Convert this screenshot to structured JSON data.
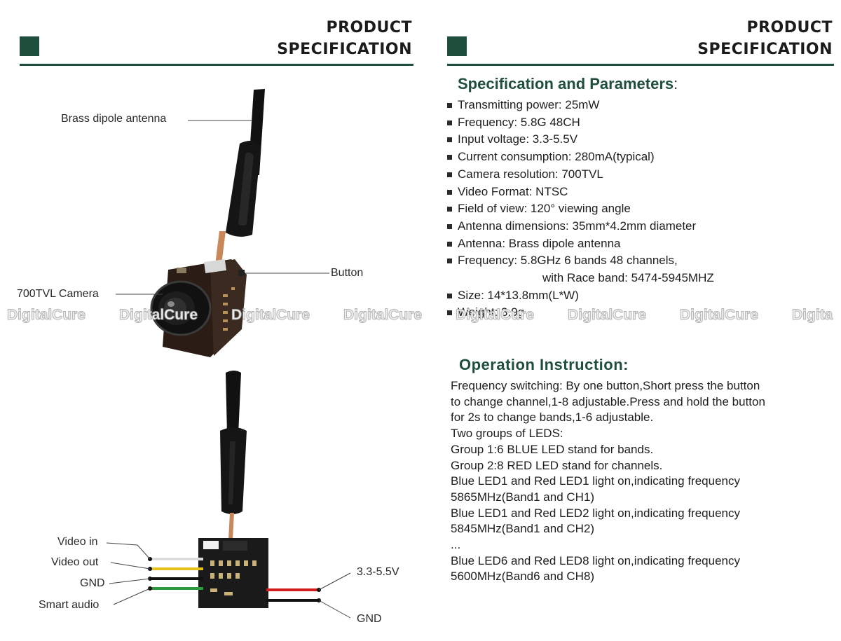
{
  "header": {
    "title_line1": "PRODUCT",
    "title_line2": "SPECIFICATION"
  },
  "colors": {
    "accent": "#1f4f3c",
    "wire_red": "#d21e1e",
    "wire_yellow": "#e6c21a",
    "wire_green": "#2f9a3a",
    "wire_white": "#ececec"
  },
  "diagram": {
    "top_labels": {
      "antenna": "Brass dipole antenna",
      "button": "Button",
      "camera": "700TVL Camera"
    },
    "bottom_labels": {
      "video_in": "Video in",
      "video_out": "Video out",
      "gnd_left": "GND",
      "smart_audio": "Smart audio",
      "voltage": "3.3-5.5V",
      "gnd_right": "GND"
    }
  },
  "watermark": {
    "text": "DigitalCure",
    "partial": "Digita"
  },
  "specs": {
    "title": "Specification and Parameters",
    "title_suffix": ":",
    "items": [
      "Transmitting power: 25mW",
      "Frequency: 5.8G 48CH",
      "Input voltage: 3.3-5.5V",
      "Current consumption: 280mA(typical)",
      "Camera resolution: 700TVL",
      "Video Format: NTSC",
      "Field of view: 120° viewing angle",
      "Antenna dimensions: 35mm*4.2mm diameter",
      "Antenna: Brass dipole antenna",
      "Frequency: 5.8GHz 6 bands 48 channels,",
      "Size:  14*13.8mm(L*W)",
      "Weight: 3.9g"
    ],
    "item_continuation": "with Race band: 5474-5945MHZ"
  },
  "operation": {
    "title": "Operation Instruction:",
    "lines": [
      "Frequency switching: By one button,Short press the button",
      "to change channel,1-8 adjustable.Press and hold the button",
      "for 2s to change bands,1-6 adjustable.",
      "Two groups of LEDS:",
      "Group 1:6 BLUE LED stand for bands.",
      "Group 2:8 RED LED stand for channels.",
      "Blue LED1 and Red LED1 light on,indicating frequency",
      "5865MHz(Band1 and CH1)",
      "Blue LED1 and Red LED2 light on,indicating frequency",
      "5845MHz(Band1 and CH2)",
      "...",
      "Blue LED6 and Red LED8 light on,indicating frequency",
      "5600MHz(Band6 and CH8)"
    ]
  }
}
